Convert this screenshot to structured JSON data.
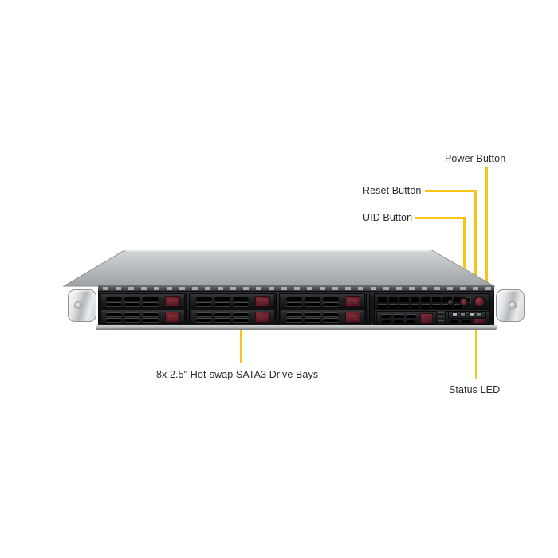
{
  "diagram": {
    "title": "Supermicro 1U rack server front view with callouts",
    "accent_color": "#f5c518",
    "text_color": "#2b2b2b",
    "chassis_color": "#17181a",
    "lid_color": "#b9bcbe",
    "latch_color": "#5e1f27"
  },
  "callouts": {
    "power": {
      "label": "Power Button",
      "icon": "power-button-icon"
    },
    "reset": {
      "label": "Reset Button",
      "icon": "reset-button-icon"
    },
    "uid": {
      "label": "UID Button",
      "icon": "uid-button-icon"
    },
    "status": {
      "label": "Status LED",
      "icon": "status-led-icon"
    },
    "bays": {
      "label": "8x 2.5\" Hot-swap SATA3 Drive Bays",
      "icon": "drive-bay-icon"
    }
  },
  "server": {
    "form_factor": "1U",
    "drive_bay_count": 8,
    "bay_columns": 3,
    "bays_per_column": 2,
    "control_panel": {
      "buttons": [
        "uid",
        "reset",
        "power"
      ],
      "led_count": 4
    }
  }
}
